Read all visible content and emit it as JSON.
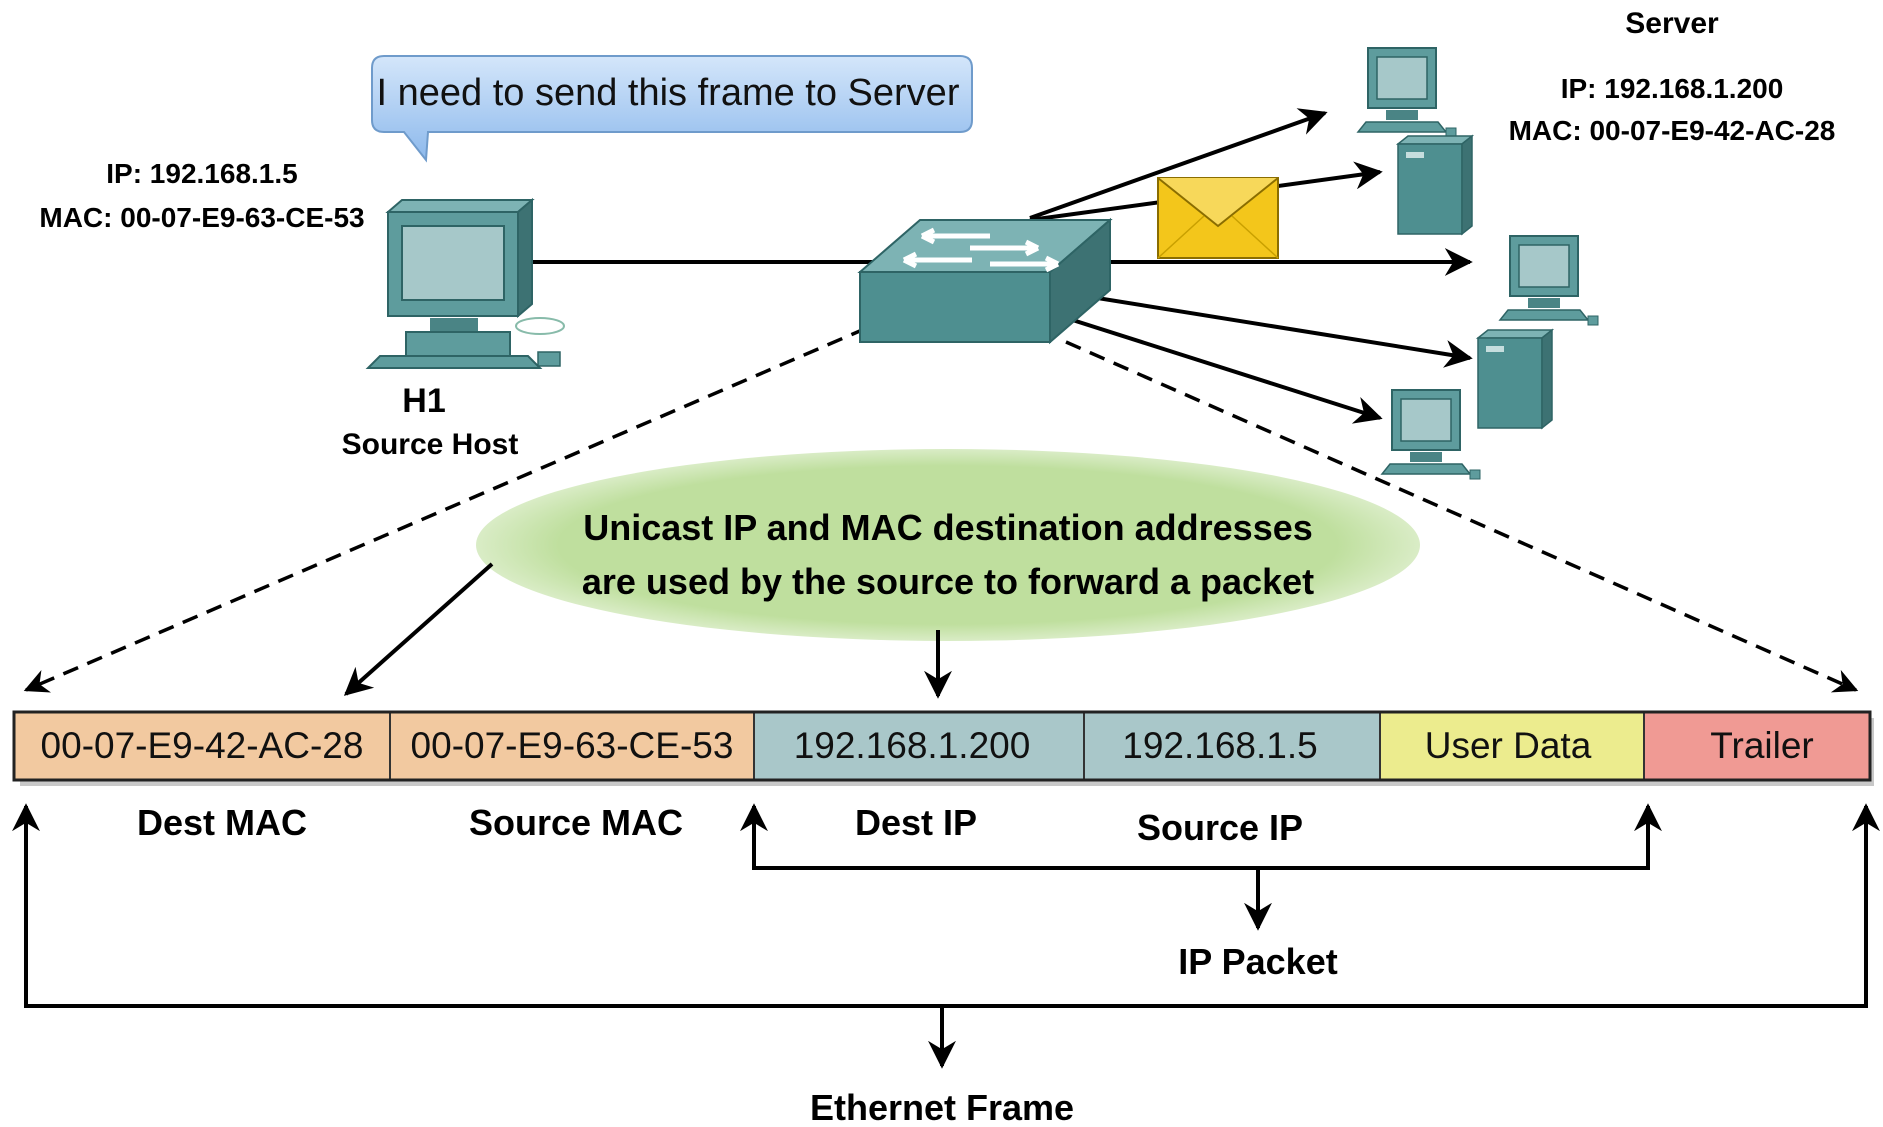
{
  "colors": {
    "mac_field": "#F2C9A0",
    "ip_field": "#A9C7C9",
    "user_data": "#ECEC8E",
    "trailer": "#F09A94",
    "bubble": "#A9CCF2",
    "ellipse": "#BFDF9E",
    "device": "#4E8F90",
    "envelope": "#F3C61B"
  },
  "speech_bubble": {
    "text": "I need to send this frame to Server"
  },
  "source_host": {
    "ip": "IP: 192.168.1.5",
    "mac": "MAC: 00-07-E9-63-CE-53",
    "name": "H1",
    "role": "Source Host"
  },
  "server": {
    "title": "Server",
    "ip": "IP: 192.168.1.200",
    "mac": "MAC: 00-07-E9-42-AC-28"
  },
  "callout": {
    "line1": "Unicast IP and MAC destination addresses",
    "line2": "are used by the source to forward a packet"
  },
  "frame_fields": [
    {
      "value": "00-07-E9-42-AC-28",
      "label": "Dest MAC"
    },
    {
      "value": "00-07-E9-63-CE-53",
      "label": "Source MAC"
    },
    {
      "value": "192.168.1.200",
      "label": "Dest IP"
    },
    {
      "value": "192.168.1.5",
      "label": "Source IP"
    },
    {
      "value": "User Data"
    },
    {
      "value": "Trailer"
    }
  ],
  "brackets": {
    "ip_packet": "IP Packet",
    "ethernet_frame": "Ethernet Frame"
  },
  "icons": [
    "pc-icon",
    "switch-icon",
    "server-icon",
    "envelope-icon"
  ]
}
